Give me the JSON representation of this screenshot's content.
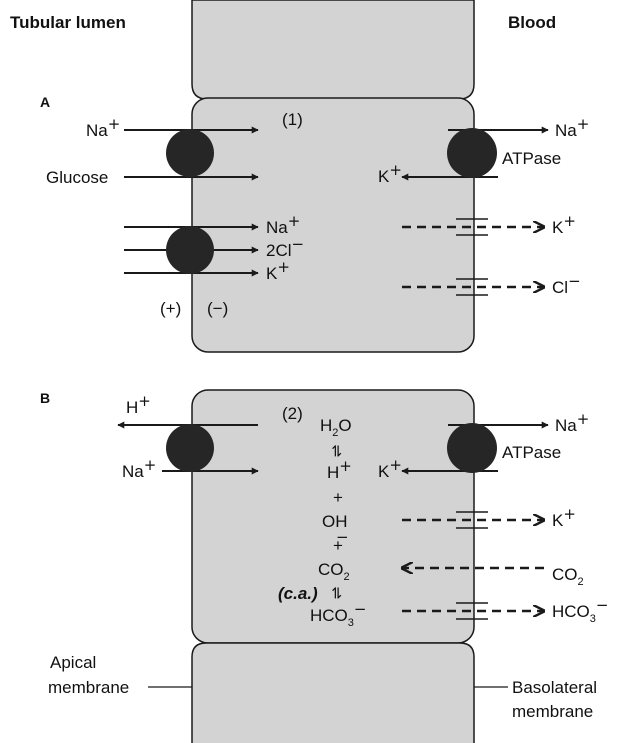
{
  "header": {
    "left": "Tubular lumen",
    "right": "Blood"
  },
  "panel_a": {
    "letter": "A",
    "number": "(1)",
    "na_in": "Na",
    "na_in_sup": "+",
    "glucose": "Glucose",
    "pump_na": "Na",
    "pump_na_sup": "+",
    "atpase": "ATPase",
    "pump_k": "K",
    "pump_k_sup": "+",
    "nkcc_na": "Na",
    "nkcc_na_sup": "+",
    "nkcc_cl": "2Cl",
    "nkcc_cl_sup": "−",
    "nkcc_k": "K",
    "nkcc_k_sup": "+",
    "chan_k": "K",
    "chan_k_sup": "+",
    "chan_cl": "Cl",
    "chan_cl_sup": "−",
    "plus": "(+)",
    "minus": "(−)"
  },
  "panel_b": {
    "letter": "B",
    "number": "(2)",
    "h_out": "H",
    "h_out_sup": "+",
    "na_in": "Na",
    "na_in_sup": "+",
    "pump_na": "Na",
    "pump_na_sup": "+",
    "atpase": "ATPase",
    "pump_k": "K",
    "pump_k_sup": "+",
    "h2o": "H",
    "h2o_sub": "2",
    "h2o_end": "O",
    "h_plus": "H",
    "h_plus_sup": "+",
    "plus1": "+",
    "oh": "OH",
    "oh_sup": "−",
    "plus2": "+",
    "co2": "CO",
    "co2_sub": "2",
    "ca": "(c.a.)",
    "hco3": "HCO",
    "hco3_sub": "3",
    "hco3_sup": "−",
    "chan_k": "K",
    "chan_k_sup": "+",
    "co2_blood": "CO",
    "co2_blood_sub": "2",
    "hco3_blood": "HCO",
    "hco3_blood_sub": "3",
    "hco3_blood_sup": "−",
    "eq_symbol": "⇌"
  },
  "footer": {
    "apical_1": "Apical",
    "apical_2": "membrane",
    "baso_1": "Basolateral",
    "baso_2": "membrane"
  },
  "colors": {
    "cell_fill": "#d3d3d3",
    "line": "#1a1a1a",
    "transporter": "#262626"
  }
}
